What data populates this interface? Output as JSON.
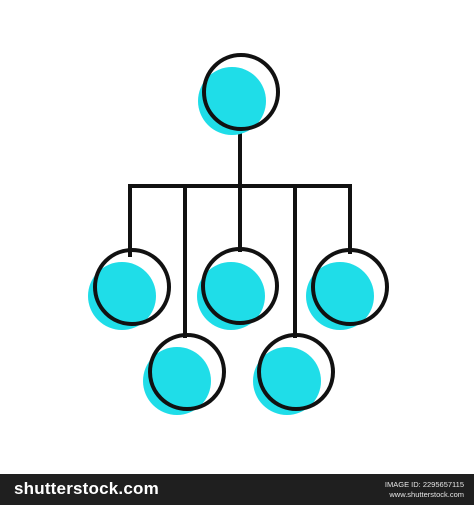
{
  "colors": {
    "accent": "#1fdde8",
    "stroke": "#111111",
    "footer_bg": "#1f1f1f"
  },
  "illustration": {
    "icon": "hierarchy-tree-icon",
    "node_count": 6
  },
  "footer": {
    "brand": "shutterstock.com",
    "image_id": "IMAGE ID: 2295657115",
    "site": "www.shutterstock.com"
  }
}
